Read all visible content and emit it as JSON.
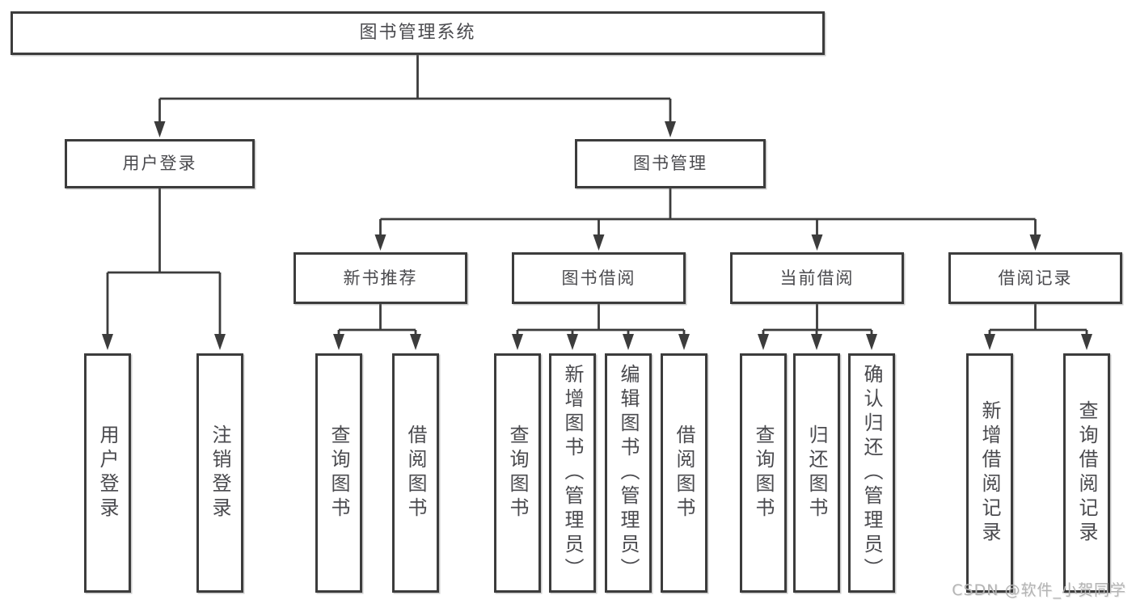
{
  "diagram": {
    "root": {
      "label": "图书管理系统"
    },
    "level2": [
      {
        "id": "user-login",
        "label": "用户登录"
      },
      {
        "id": "book-management",
        "label": "图书管理"
      }
    ],
    "level3": [
      {
        "id": "new-book-recommend",
        "label": "新书推荐"
      },
      {
        "id": "book-borrowing",
        "label": "图书借阅"
      },
      {
        "id": "current-borrowing",
        "label": "当前借阅"
      },
      {
        "id": "borrowing-records",
        "label": "借阅记录"
      }
    ],
    "leaves": {
      "user_login": [
        "用户登录",
        "注销登录"
      ],
      "new_book_recommend": [
        "查询图书",
        "借阅图书"
      ],
      "book_borrowing": [
        "查询图书",
        "新增图书（管理员）",
        "编辑图书（管理员）",
        "借阅图书"
      ],
      "current_borrowing": [
        "查询图书",
        "归还图书",
        "确认归还（管理员）"
      ],
      "borrowing_records": [
        "新增借阅记录",
        "查询借阅记录"
      ]
    }
  },
  "watermark": {
    "text": "CSDN @软件_小贺同学"
  },
  "colors": {
    "line": "#3c3c3c",
    "text": "#4a4a4e",
    "watermark": "#b4b4b4",
    "background": "#ffffff"
  }
}
